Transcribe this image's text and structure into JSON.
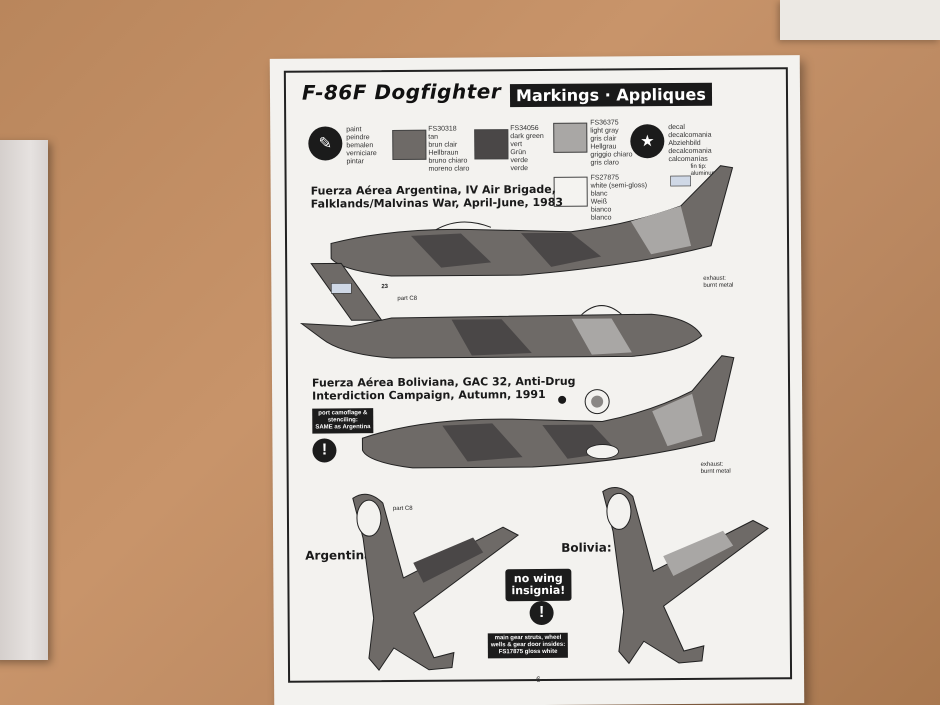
{
  "sheet": {
    "title": "F-86F Dogfighter",
    "banner": "Markings · Appliques",
    "page_number": "6"
  },
  "legend": {
    "paint": "paint\npeindre\nbemalen\nverniciare\npintar",
    "decal": "decal\ndecalcomania\nAbziehbild\ndecalcomania\ncalcomanías",
    "colors": [
      {
        "code": "FS30318",
        "text": "FS30318\ntan\nbrun clair\nHellbraun\nbruno chiaro\nmoreno claro",
        "hex": "#6e6a67"
      },
      {
        "code": "FS34056",
        "text": "FS34056\ndark green\nvert\nGrün\nverde\nverde",
        "hex": "#4a4747"
      },
      {
        "code": "FS36375",
        "text": "FS36375\nlight gray\ngris clair\nHellgrau\ngriggio chiaro\ngris claro",
        "hex": "#a9a7a5"
      },
      {
        "code": "FS27875",
        "text": "FS27875\nwhite (semi-gloss)\nblanc\nWeiß\nbianco\nblanco",
        "hex": "#f4f3f0"
      }
    ]
  },
  "argentina": {
    "heading": "Fuerza Aérea Argentina, IV Air Brigade,\nFalklands/Malvinas War, April-June, 1983",
    "part_label": "part C8",
    "fin_tip": "fin tip:\naluminum",
    "exhaust": "exhaust:\nburnt metal",
    "callout_num": "23"
  },
  "bolivia": {
    "heading": "Fuerza Aérea Boliviana, GAC 32, Anti-Drug\nInterdiction Campaign, Autumn, 1991",
    "camo_note": "port camoflage &\nstenciling:\nSAME as Argentina",
    "part_label": "part C8",
    "exhaust": "exhaust:\nburnt metal"
  },
  "plan_views": {
    "left_label": "Argentina:",
    "right_label": "Bolivia:",
    "no_wing": "no wing\ninsignia!",
    "gear_note": "main gear struts, wheel\nwells & gear door insides:\nFS17875 gloss white"
  },
  "colors": {
    "desk": "#c08c62",
    "sheet": "#f3f2ef",
    "ink": "#1a1a1a",
    "camo_dark": "#4a4747",
    "camo_mid": "#6e6a67",
    "camo_light": "#a9a7a5"
  }
}
